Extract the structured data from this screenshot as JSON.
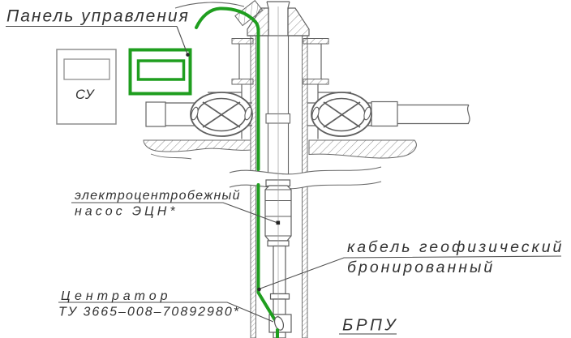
{
  "drawing": {
    "title_note": "Схема скважины с ЭЦН",
    "labels": {
      "control_panel": "Панель управления",
      "control_station": "СУ",
      "pump_line1": "электроцентробежный",
      "pump_line2": "насос ЭЦН*",
      "cable_line1": "кабель геофизический",
      "cable_line2": "бронированный",
      "centralizer_line1": "Центратор",
      "centralizer_line2": "ТУ 3665–008–70892980*",
      "brpu": "БРПУ"
    },
    "colors": {
      "cable_green": "#1f9e1f",
      "line": "#646464",
      "text": "#323232",
      "box_gray": "#8f8f8f"
    }
  }
}
